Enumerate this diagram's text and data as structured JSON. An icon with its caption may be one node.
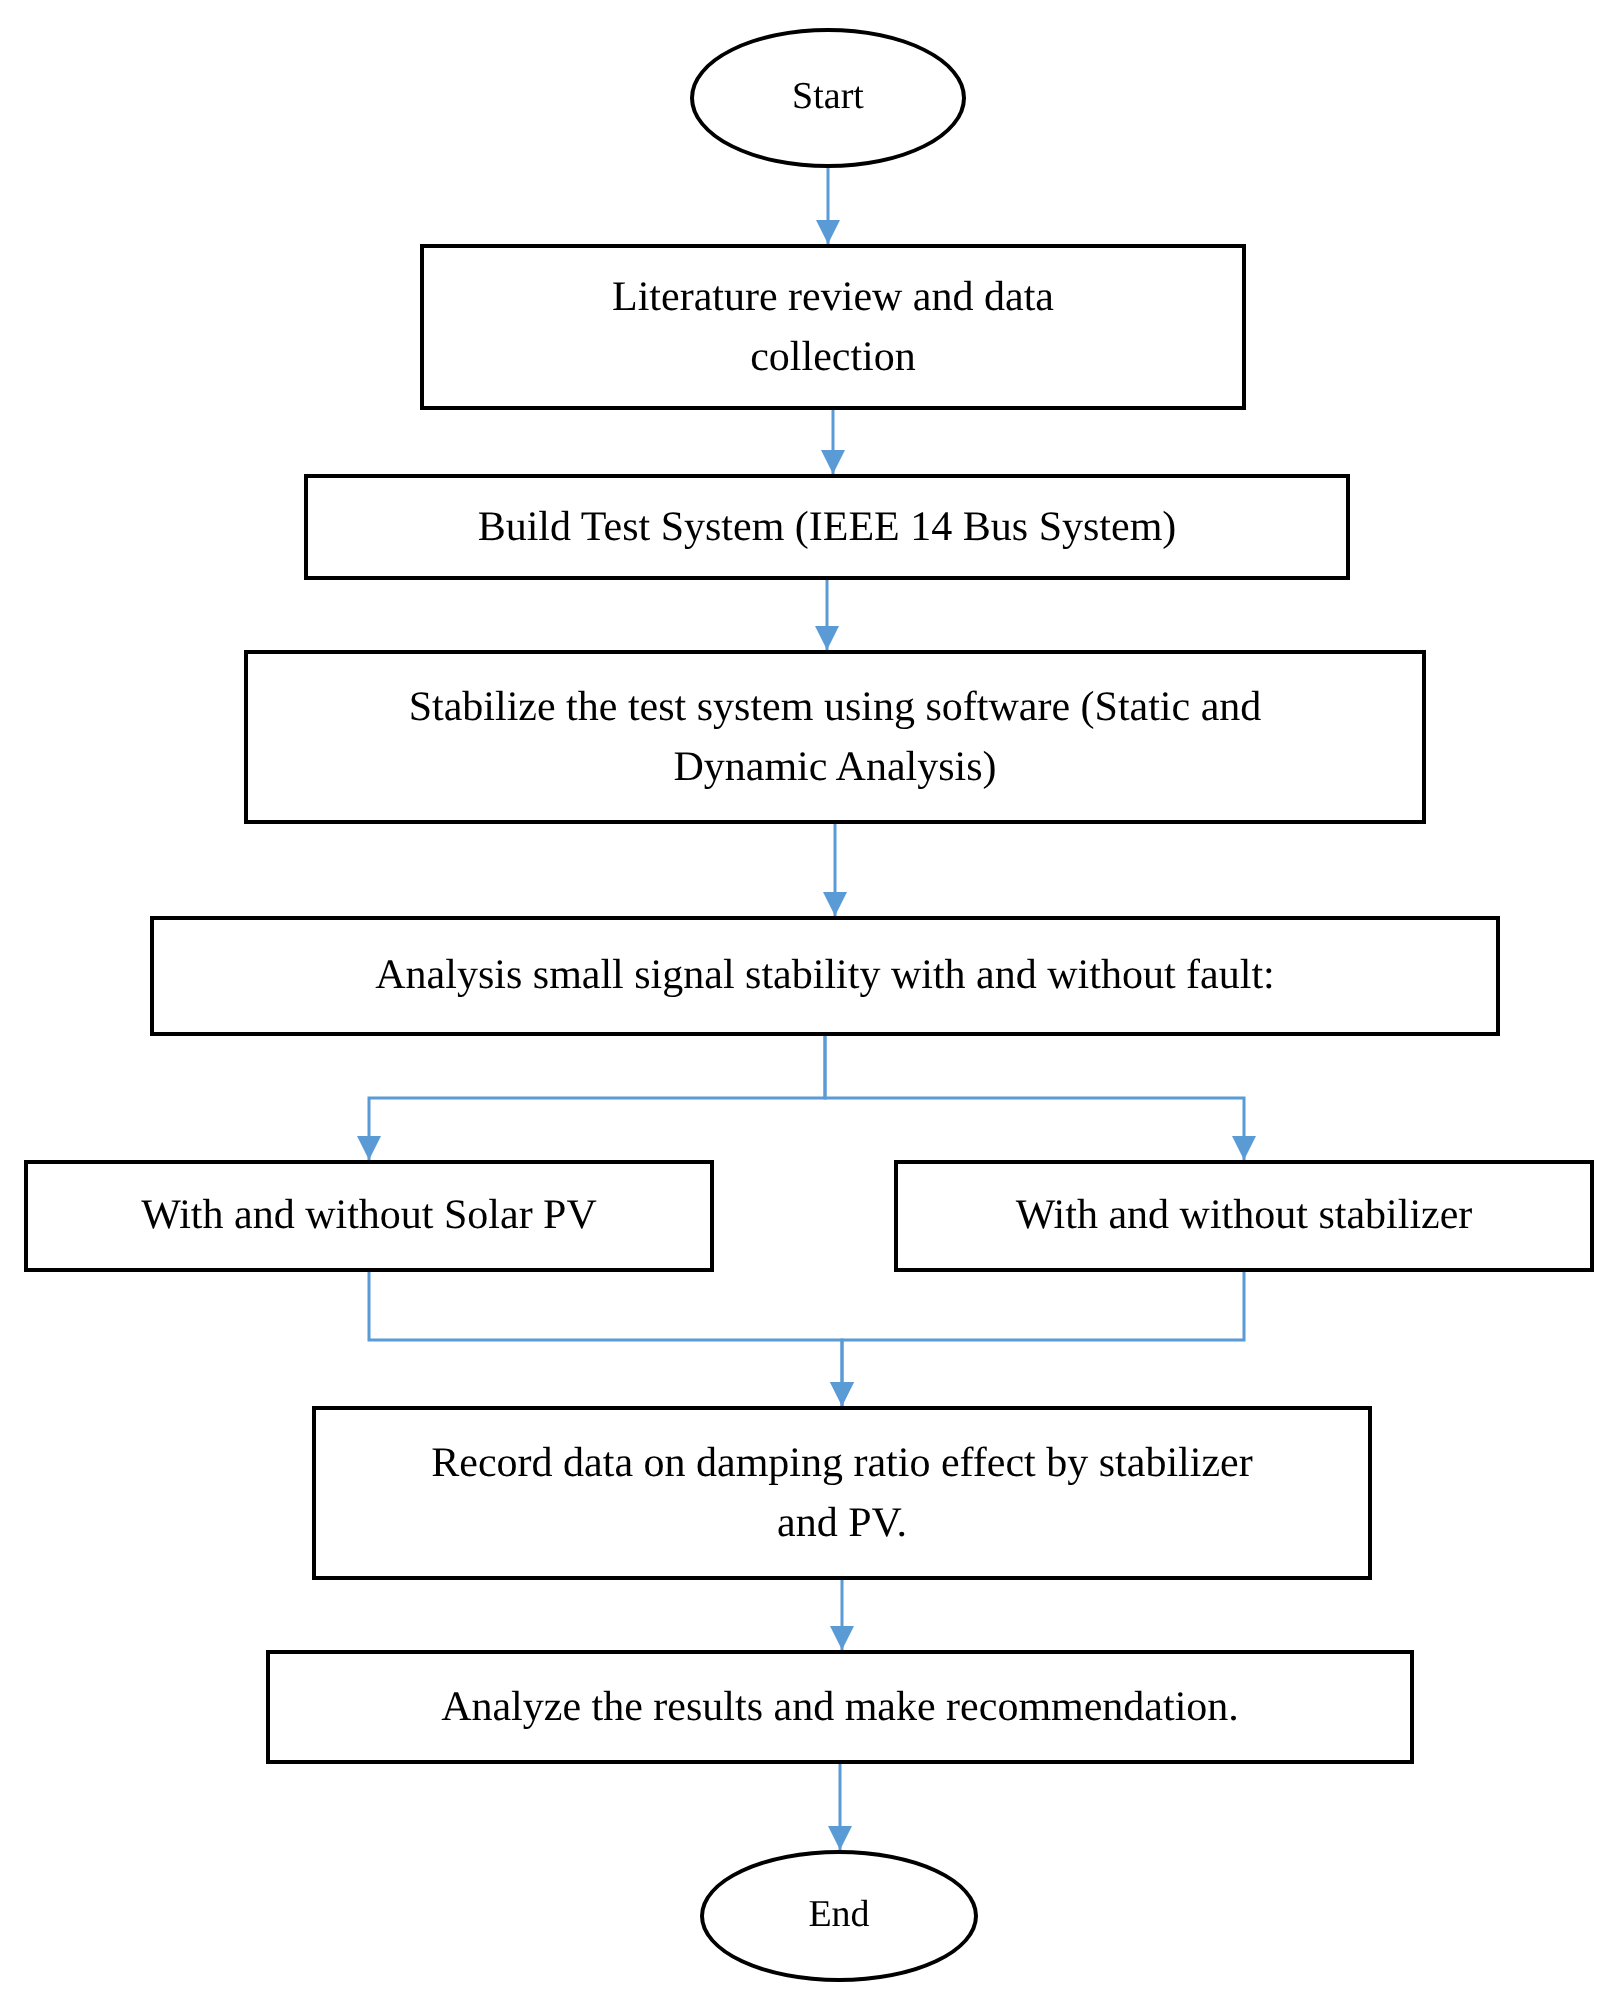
{
  "diagram": {
    "nodes": [
      {
        "text": [
          "Start"
        ]
      },
      {
        "text": [
          "Literature review and data collection"
        ]
      },
      {
        "text": [
          "Build Test System (IEEE 14 Bus System)"
        ]
      },
      {
        "text": [
          "Stabilize the test system using software (Static and Dynamic Analysis)"
        ]
      },
      {
        "text": [
          "Analysis small signal stability with and without fault:"
        ]
      },
      {
        "text": [
          "With and without Solar PV"
        ]
      },
      {
        "text": [
          "With and without stabilizer"
        ]
      },
      {
        "text": [
          "Record data on damping ratio effect by stabilizer and PV."
        ]
      },
      {
        "text": [
          "Analyze the results and make recommendation."
        ]
      },
      {
        "text": [
          "End"
        ]
      }
    ],
    "edges": [
      {
        "from": 0,
        "to": 1,
        "arrow": "to"
      },
      {
        "from": 1,
        "to": 2,
        "arrow": "to"
      },
      {
        "from": 2,
        "to": 3,
        "arrow": "to"
      },
      {
        "from": 3,
        "to": 4,
        "arrow": "to"
      },
      {
        "from": 4,
        "to": 5,
        "arrow": "to"
      },
      {
        "from": 4,
        "to": 6,
        "arrow": "to"
      },
      {
        "from": 5,
        "to": 7,
        "arrow": "to"
      },
      {
        "from": 6,
        "to": 7,
        "arrow": "to"
      },
      {
        "from": 7,
        "to": 8,
        "arrow": "to"
      },
      {
        "from": 8,
        "to": 9,
        "arrow": "to"
      }
    ]
  }
}
